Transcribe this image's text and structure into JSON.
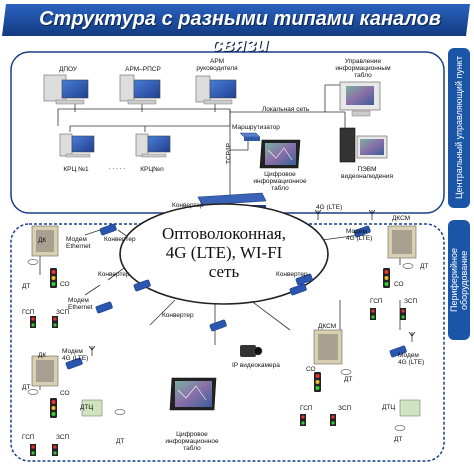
{
  "title": "Структура с разными типами каналов связи",
  "side_labels": {
    "top": "Центральный управляющий пункт",
    "bottom": "Периферийное оборудование"
  },
  "cloud": {
    "line1": "Оптоволоконная,",
    "line2": "4G (LTE), WI-FI",
    "line3": "сеть"
  },
  "top_section": {
    "dpou": "ДПОУ",
    "arm_rpsr": "АРМ–РПСР",
    "arm_head": "АРМ\nруководителя",
    "info_control": "Управление\nинформационным\nтабло",
    "krc1": "КРЦ №1",
    "dots": ". . . . .",
    "krcn": "КРЦ№n",
    "tcpip": "TCP/IP",
    "router": "Маршрутизатор",
    "local_net": "Локальная сеть",
    "digital_board": "Цифровое\nинформационное\nтабло",
    "pevm": "ПЭВМ\nвидеоналюдения",
    "converter": "Конвертер"
  },
  "bottom_section": {
    "dk1": "ДК",
    "modem_eth1": "Модем\nEthernet",
    "conv_a": "Конвертер",
    "dt1": "ДТ",
    "so1": "СО",
    "gsp1": "ГСП",
    "zsp1": "ЗСП",
    "conv_b": "Конвертер",
    "modem_eth2": "Модем\nEthernet",
    "dk2": "ДК",
    "modem_4g1": "Модем\n4G (LTE)",
    "dt2": "ДТ",
    "so2": "СО",
    "gsp2": "ГСП",
    "zsp2": "ЗСП",
    "dtc1": "ДТЦ",
    "dt3": "ДТ",
    "conv_c": "Конвертер",
    "digital_board2": "Цифровое\nинформационное\nтабло",
    "ip_camera": "IP видеокамера",
    "conv_d": "Конвертер",
    "dksm1": "ДКСМ",
    "so3": "СО",
    "dt4": "ДТ",
    "gsp3": "ГСП",
    "zsp3": "ЗСП",
    "lte_top": "4G (LTE)",
    "modem_4g_r1": "Модем\n4G (LTE)",
    "dksm2": "ДКСМ",
    "dt5": "ДТ",
    "so4": "СО",
    "gsp4": "ГСП",
    "zsp4": "ЗСП",
    "modem_4g_r2": "Модем\n4G (LTE)",
    "dtc2": "ДТЦ",
    "dt6": "ДТ"
  },
  "colors": {
    "title_bg": "#1c4fa0",
    "side_bg": "#1b55a8",
    "section_border": "#1a3f8a",
    "line": "#333333"
  }
}
